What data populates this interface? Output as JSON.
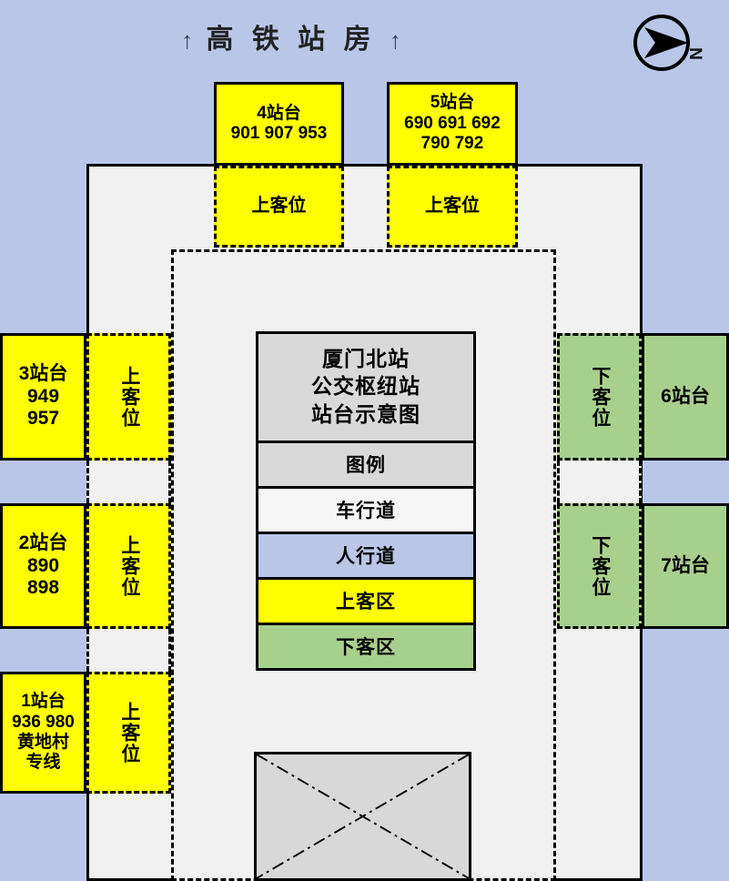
{
  "header": {
    "arrow_left": "↑",
    "title": "高 铁 站 房",
    "arrow_right": "↑"
  },
  "compass": {
    "label": "N",
    "icon": "compass-north-arrow"
  },
  "legend": {
    "title": "厦门北站\n公交枢纽站\n站台示意图",
    "title_line1": "厦门北站",
    "title_line2": "公交枢纽站",
    "title_line3": "站台示意图",
    "heading": "图例",
    "items": [
      {
        "label": "车行道",
        "color": "#f6f6f6"
      },
      {
        "label": "人行道",
        "color": "#b9c6e8"
      },
      {
        "label": "上客区",
        "color": "#ffff00"
      },
      {
        "label": "下客区",
        "color": "#a8d08d"
      }
    ]
  },
  "platforms": [
    {
      "id": "platform-1",
      "name": "1站台",
      "routes": "936 980\n黄地村\n专线",
      "routes_lines": [
        "936 980",
        "黄地村",
        "专线"
      ],
      "type": "boarding",
      "color": "#ffff00",
      "bay_label": "上客位",
      "side": "left"
    },
    {
      "id": "platform-2",
      "name": "2站台",
      "routes": "890\n898",
      "routes_lines": [
        "890",
        "898"
      ],
      "type": "boarding",
      "color": "#ffff00",
      "bay_label": "上客位",
      "side": "left"
    },
    {
      "id": "platform-3",
      "name": "3站台",
      "routes": "949\n957",
      "routes_lines": [
        "949",
        "957"
      ],
      "type": "boarding",
      "color": "#ffff00",
      "bay_label": "上客位",
      "side": "left"
    },
    {
      "id": "platform-4",
      "name": "4站台",
      "routes": "901 907 953",
      "routes_lines": [
        "901 907 953"
      ],
      "type": "boarding",
      "color": "#ffff00",
      "bay_label": "上客位",
      "side": "top"
    },
    {
      "id": "platform-5",
      "name": "5站台",
      "routes": "690 691 692\n790 792",
      "routes_lines": [
        "690 691 692",
        "790 792"
      ],
      "type": "boarding",
      "color": "#ffff00",
      "bay_label": "上客位",
      "side": "top"
    },
    {
      "id": "platform-6",
      "name": "6站台",
      "routes": "",
      "routes_lines": [],
      "type": "alighting",
      "color": "#a8d08d",
      "bay_label": "下客位",
      "side": "right"
    },
    {
      "id": "platform-7",
      "name": "7站台",
      "routes": "",
      "routes_lines": [],
      "type": "alighting",
      "color": "#a8d08d",
      "bay_label": "下客位",
      "side": "right"
    }
  ],
  "colors": {
    "sidewalk": "#b9c6e8",
    "roadway": "#f1f1f1",
    "boarding": "#ffff00",
    "alighting": "#a8d08d",
    "legend_header": "#d9d9d9",
    "reserved_block": "#d8d8d8",
    "outline": "#000000"
  }
}
